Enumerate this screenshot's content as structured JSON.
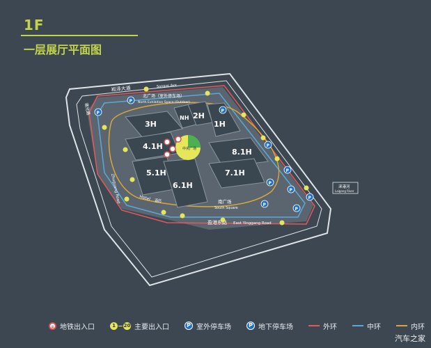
{
  "header": {
    "floor": "1F",
    "subtitle": "一层展厅平面图"
  },
  "map": {
    "halls": [
      {
        "id": "hall-3h",
        "label": "3H"
      },
      {
        "id": "hall-4-1h",
        "label": "4.1H"
      },
      {
        "id": "hall-nh",
        "label": "NH"
      },
      {
        "id": "hall-2h",
        "label": "2H"
      },
      {
        "id": "hall-1h",
        "label": "1H"
      },
      {
        "id": "hall-8-1h",
        "label": "8.1H"
      },
      {
        "id": "hall-7-1h",
        "label": "7.1H"
      },
      {
        "id": "hall-5-1h",
        "label": "5.1H"
      },
      {
        "id": "hall-6-1h",
        "label": "6.1H"
      }
    ],
    "labels": {
      "songze_road_cn": "崧泽大道",
      "songze_road_en": "Songze Ave",
      "north_parking_cn": "北广场（室外停车场）",
      "north_parking_en": "North Exhibition Space (Outdoor)",
      "zhuguang_road_cn": "诸光路",
      "zhuguang_road_en": "Zhuguang Road",
      "south_square_cn": "南广场",
      "south_square_en": "South Square",
      "hotel": "Hotel",
      "hotel_cn": "酒店",
      "yinggang_road_cn": "盈港东路",
      "yinggang_road_en": "East Yinggang Road",
      "laigang_river_cn": "涞港河",
      "laigang_river_en": "Laigang River",
      "center_cn": "中央广场"
    }
  },
  "legend": {
    "metro": "地铁出入口",
    "entrance_from": "1",
    "entrance_to": "20",
    "entrance": "主要出入口",
    "outdoor_parking": "室外停车场",
    "underground_parking": "地下停车场",
    "outer_ring": "外环",
    "middle_ring": "中环",
    "inner_ring": "内环"
  },
  "colors": {
    "background": "#3d4752",
    "accent": "#c4d44a",
    "outer_ring": "#e05a5a",
    "middle_ring": "#5aa9d8",
    "inner_ring": "#d8a836",
    "parking": "#1e6fc2",
    "entrance": "#e5e65a"
  },
  "watermark": "汽车之家"
}
